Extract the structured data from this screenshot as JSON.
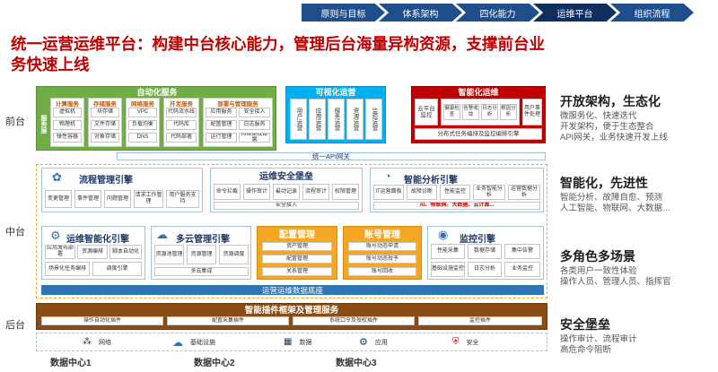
{
  "nav": [
    "原则与目标",
    "体系架构",
    "四化能力",
    "运维平台",
    "组织流程"
  ],
  "title": "统一运营运维平台：构建中台核心能力，管理后台海量异构资源，支撑前台业务快速上线",
  "layers": {
    "front": "前台",
    "middle": "中台",
    "back": "后台"
  },
  "front": {
    "auto": {
      "title": "自动化服务",
      "side": "服务层",
      "groups": [
        {
          "title": "计算服务",
          "items": [
            "虚拟机",
            "物理机",
            "弹性容器"
          ]
        },
        {
          "title": "存储服务",
          "items": [
            "块存储",
            "文件存储",
            "对象存储"
          ]
        },
        {
          "title": "网络服务",
          "items": [
            "VPC",
            "负载均衡",
            "DNS"
          ]
        },
        {
          "title": "开发服务",
          "items": [
            "代码流水线",
            "代码库",
            "代码部署"
          ]
        },
        {
          "title": "部署与管理服务",
          "items": [
            "应用服务",
            "安全接入",
            "配置管理",
            "日志服务",
            "运行管理",
            "持续集成部署"
          ]
        }
      ]
    },
    "visual": {
      "title": "可视化运营",
      "items": [
        "用户运营",
        "应用运营",
        "服务运营",
        "资源运营",
        "监控运营"
      ]
    },
    "intel": {
      "title": "智能化运维",
      "left": "云平台监控",
      "items": [
        "健康检查",
        "告警收敛",
        "日志分析",
        "根因分析"
      ],
      "right": "用户事件处理",
      "bottom": "分布式任务编排及监控编排引擎"
    }
  },
  "gateway": "统一API网关",
  "middle": {
    "process": {
      "title": "流程管理引擎",
      "items": [
        "变更管理",
        "事件管理",
        "问题管理",
        "请求工作管理",
        "用户服务支持"
      ]
    },
    "secure": {
      "title": "运维安全堡垒",
      "items": [
        "命令拦截",
        "操作审计",
        "最动记录",
        "流程审计",
        "权限管理"
      ],
      "bottom": "安全接入"
    },
    "analysis": {
      "title": "智能分析引擎",
      "items": [
        "IT运营面板",
        "故障诊断",
        "性能监控",
        "业务智能分析",
        "运营数据分析"
      ],
      "bottom": "AI、物联网、大数据、云计算..."
    },
    "op": {
      "title": "运维智能化引擎",
      "items": [
        "应用发布部署",
        "资源编排",
        "脚本自动化",
        "场景化任务编排",
        "调度引擎"
      ]
    },
    "cloud": {
      "title": "多云管理引擎",
      "items": [
        "资源池管理",
        "资源管理",
        "资源调度"
      ],
      "bottom": "多云集成"
    },
    "config": {
      "title": "配置管理",
      "items": [
        "资产管理",
        "配置管理",
        "关系管理"
      ]
    },
    "account": {
      "title": "账号管理",
      "items": [
        "账号动态申请",
        "账号动态授予",
        "账号回收"
      ]
    },
    "monitor": {
      "title": "监控引擎",
      "items": [
        "性能采集",
        "数据存储",
        "集中告警",
        "基础设施监控",
        "日志分析",
        "业务监控"
      ]
    },
    "database": "运营运维数据底座"
  },
  "back": {
    "title": "智能插件框架及管理服务",
    "plugins": [
      "操作自动化插件",
      "配置采集插件",
      "系统口令及授权插件",
      "监控插件"
    ],
    "infra": [
      "网络",
      "基础设施",
      "数据",
      "应用",
      "安全"
    ],
    "dcs": [
      "数据中心1",
      "数据中心2",
      "数据中心3"
    ]
  },
  "right": [
    {
      "title": "开放架构，生态化",
      "lines": [
        "微服务化、快速迭代",
        "开发架构，便于生态整合",
        "API网关，业务快速开发上线"
      ]
    },
    {
      "title": "智能化，先进性",
      "lines": [
        "智能分析、故障自愈、预测",
        "人工智能、物联网、大数据…"
      ]
    },
    {
      "title": "多角色多场景",
      "lines": [
        "各类用户一致性体验",
        "操作人员、管理人员、指挥官"
      ]
    },
    {
      "title": "安全堡垒",
      "lines": [
        "操作审计、流程审计",
        "高危命令阻断"
      ]
    }
  ],
  "colors": {
    "nav": "#1f4e8c",
    "title": "#c00000",
    "auto": "#70ad47",
    "visual": "#00b0f0",
    "intel": "#c00000",
    "blue": "#2e75b6",
    "orange": "#f5a623",
    "back": "#8a4b14"
  }
}
